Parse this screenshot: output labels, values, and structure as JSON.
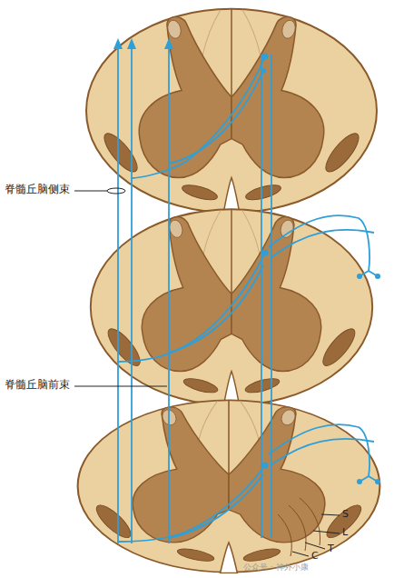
{
  "diagram": {
    "labels": [
      "脊髓丘脑侧束",
      "脊髓丘脑前束",
      "S",
      "L",
      "T",
      "C",
      "公众号 · 神外小康"
    ]
  }
}
